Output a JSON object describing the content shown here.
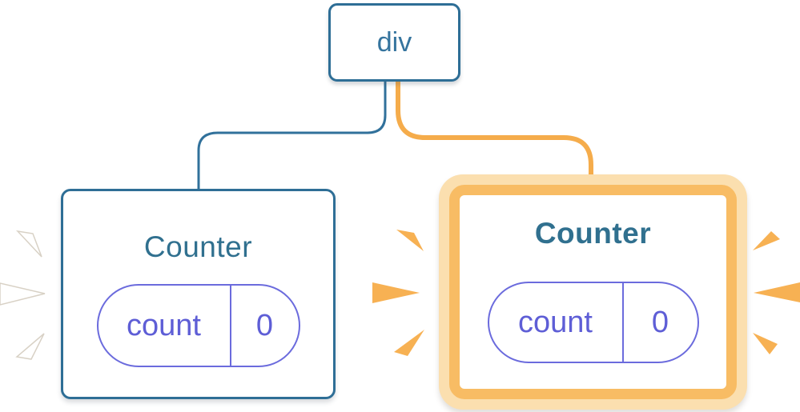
{
  "diagram": {
    "root": {
      "label": "div"
    },
    "children": [
      {
        "label": "Counter",
        "state": {
          "key": "count",
          "value": "0"
        },
        "highlighted": false
      },
      {
        "label": "Counter",
        "state": {
          "key": "count",
          "value": "0"
        },
        "highlighted": true
      }
    ]
  },
  "colors": {
    "node_blue_border": "#2e6e96",
    "node_blue_text": "#35749e",
    "title_teal": "#30708f",
    "pill_purple_border": "#6b6bdd",
    "pill_purple_text": "#5e5ed6",
    "wire_blue": "#31719b",
    "wire_orange": "#f5ac4b",
    "wire_casing_white": "#ffffff",
    "highlight_ring_light": "#fbdfaf",
    "highlight_border_orange": "#f8bc64",
    "spark_orange": "#f7b153",
    "spark_white": "#ffffff"
  }
}
